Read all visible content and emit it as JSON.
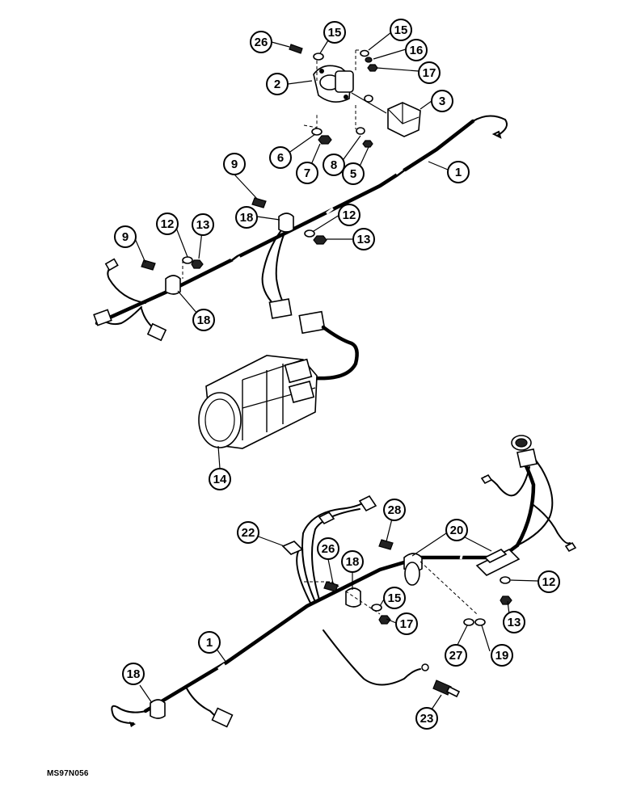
{
  "figure_code": "MS97N056",
  "callouts": {
    "c26a": "26",
    "c15a": "15",
    "c15b": "15",
    "c16": "16",
    "c17a": "17",
    "c2": "2",
    "c3": "3",
    "c6": "6",
    "c7": "7",
    "c8": "8",
    "c5": "5",
    "c1a": "1",
    "c9a": "9",
    "c18a": "18",
    "c12a": "12",
    "c13a": "13",
    "c9b": "9",
    "c12b": "12",
    "c13b": "13",
    "c18b": "18",
    "c14": "14",
    "c22": "22",
    "c28": "28",
    "c20": "20",
    "c26b": "26",
    "c18c": "18",
    "c15c": "15",
    "c17b": "17",
    "c12c": "12",
    "c13c": "13",
    "c27": "27",
    "c19": "19",
    "c1b": "1",
    "c18d": "18",
    "c23": "23"
  }
}
